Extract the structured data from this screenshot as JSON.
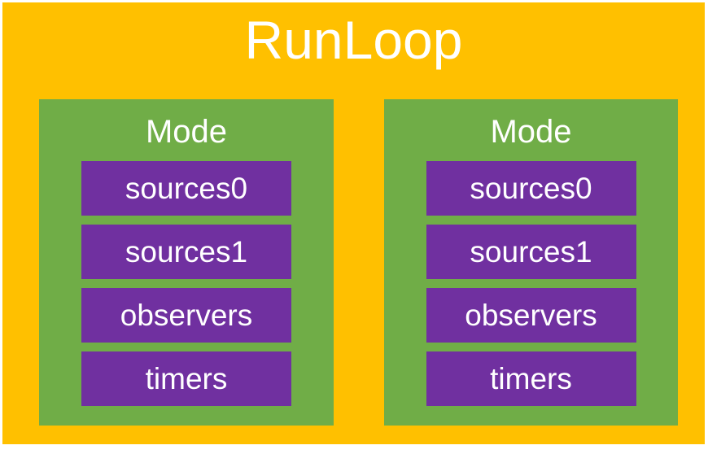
{
  "title": "RunLoop",
  "colors": {
    "page_background": "#FFFFFF",
    "runloop_fill": "#FFC000",
    "mode_fill": "#70AD47",
    "item_fill": "#7030A0",
    "text": "#FFFFFF"
  },
  "modes": [
    {
      "label": "Mode",
      "items": [
        "sources0",
        "sources1",
        "observers",
        "timers"
      ]
    },
    {
      "label": "Mode",
      "items": [
        "sources0",
        "sources1",
        "observers",
        "timers"
      ]
    }
  ]
}
